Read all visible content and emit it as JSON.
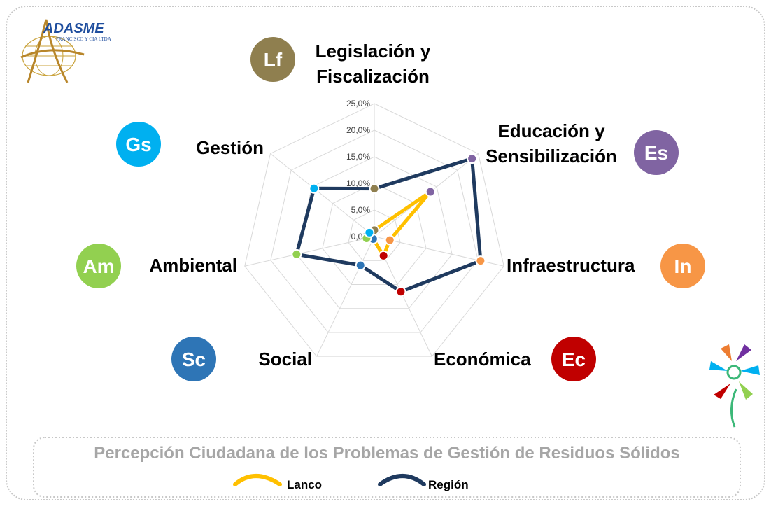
{
  "logo": {
    "brand": "ADASME",
    "sub": "FRANCISCO Y CIA LTDA"
  },
  "chart_data": {
    "type": "radar",
    "title": "Percepción Ciudadana de los Problemas de Gestión de Residuos Sólidos",
    "axis_ticks": [
      "0,0%",
      "5,0%",
      "10,0%",
      "15,0%",
      "20,0%",
      "25,0%"
    ],
    "rlim": [
      0,
      25
    ],
    "categories": [
      {
        "label_lines": [
          "Legislación y",
          "Fiscalización"
        ],
        "abbr": "Lf",
        "color": "#8f7f4f"
      },
      {
        "label_lines": [
          "Educación y",
          "Sensibilización"
        ],
        "abbr": "Es",
        "color": "#8064a2"
      },
      {
        "label_lines": [
          "Infraestructura"
        ],
        "abbr": "In",
        "color": "#f79646"
      },
      {
        "label_lines": [
          "Económica"
        ],
        "abbr": "Ec",
        "color": "#c00000"
      },
      {
        "label_lines": [
          "Social"
        ],
        "abbr": "Sc",
        "color": "#2e75b6"
      },
      {
        "label_lines": [
          "Ambiental"
        ],
        "abbr": "Am",
        "color": "#92d050"
      },
      {
        "label_lines": [
          "Gestión"
        ],
        "abbr": "Gs",
        "color": "#00b0f0"
      }
    ],
    "series": [
      {
        "name": "Lanco",
        "color": "#ffc000",
        "values": [
          1.2,
          13.5,
          3.0,
          4.0,
          0.5,
          1.5,
          1.2
        ]
      },
      {
        "name": "Región",
        "color": "#1f3a5f",
        "values": [
          9.0,
          23.5,
          20.5,
          11.5,
          6.0,
          15.0,
          14.5
        ]
      }
    ],
    "grid": true,
    "legend_position": "bottom"
  }
}
